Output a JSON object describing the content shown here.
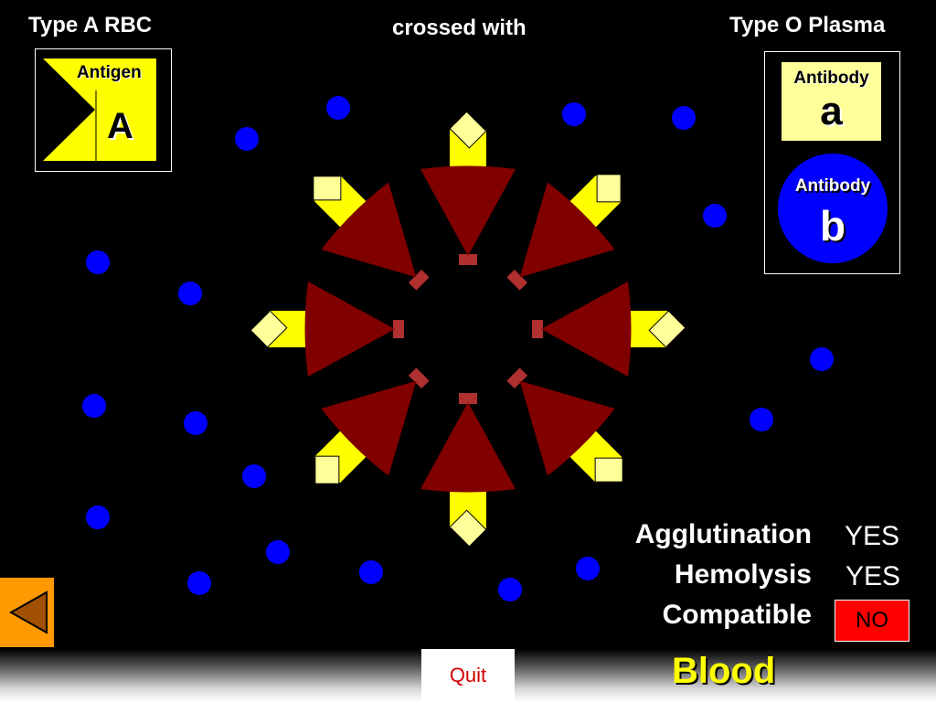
{
  "header": {
    "left_title": "Type A RBC",
    "center_title": "crossed with",
    "right_title": "Type O Plasma"
  },
  "antigen_card": {
    "label": "Antigen",
    "letter": "A",
    "color": "#ffff00"
  },
  "antibody_cards": [
    {
      "label": "Antibody",
      "letter": "a",
      "color": "#ffff99"
    },
    {
      "label": "Antibody",
      "letter": "b",
      "color": "#0000ff"
    }
  ],
  "results": [
    {
      "label": "Agglutination",
      "value": "YES"
    },
    {
      "label": "Hemolysis",
      "value": "YES"
    },
    {
      "label": "Compatible",
      "value": "NO"
    }
  ],
  "footer": {
    "quit_label": "Quit",
    "title": "Blood"
  },
  "colors": {
    "background": "#000000",
    "rbc_wedge": "#800000",
    "antigen_arm": "#ffff00",
    "antigen_tip": "#ffff99",
    "antibody_dot": "#0000ff",
    "no_badge": "#ff0000",
    "back_button": "#ff9900"
  },
  "icons": {
    "back": "left-triangle-icon"
  }
}
